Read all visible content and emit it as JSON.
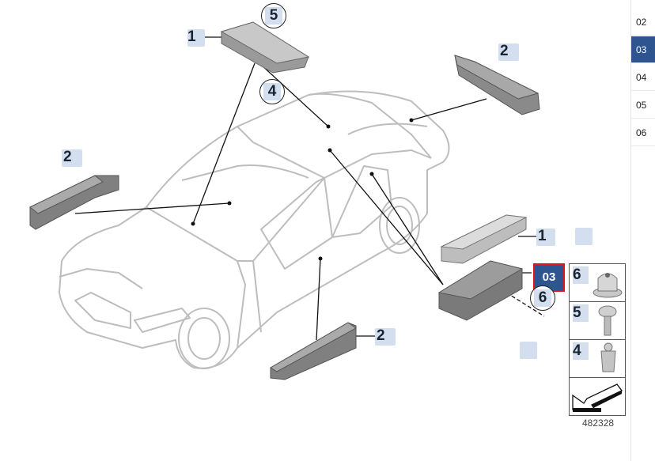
{
  "diagram": {
    "callouts": {
      "top_part_1": "1",
      "top_part_5": "5",
      "top_part_4": "4",
      "right_top_part_2": "2",
      "left_part_2": "2",
      "right_part_1": "1",
      "active_03": "03",
      "right_part_6": "6",
      "bottom_part_2": "2"
    },
    "legend": {
      "rows": [
        {
          "num": "6",
          "icon": "nut"
        },
        {
          "num": "5",
          "icon": "screw"
        },
        {
          "num": "4",
          "icon": "expanding-rivet"
        },
        {
          "num": "",
          "icon": "arrow"
        }
      ]
    },
    "diagram_id": "482328"
  },
  "nav": {
    "items": [
      {
        "label": "02"
      },
      {
        "label": "03",
        "active": true
      },
      {
        "label": "04"
      },
      {
        "label": "05"
      },
      {
        "label": "06"
      }
    ]
  },
  "colors": {
    "accent": "#2f5590",
    "highlight": "#e0141c",
    "callout_bg": "#d3dfee"
  }
}
